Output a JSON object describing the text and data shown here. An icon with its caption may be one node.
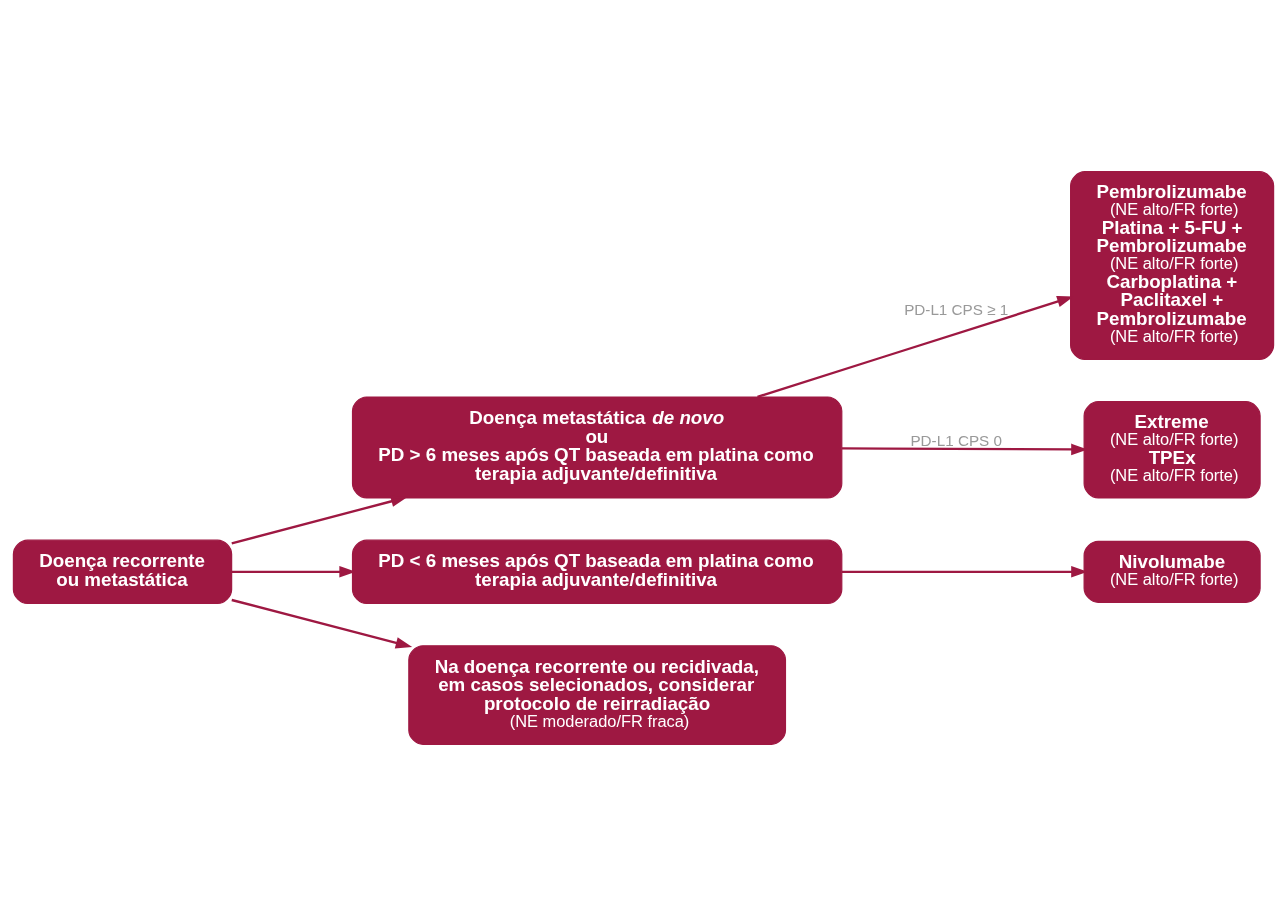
{
  "diagram": {
    "nodes": [
      {
        "text": [
          "Doença recorrente ou metastática"
        ]
      },
      {
        "text": [
          "Doença metastática *de novo*",
          "ou",
          "PD > 6 meses após QT baseada em platina como terapia adjuvante/definitiva"
        ]
      },
      {
        "text": [
          "Pembrolizumabe",
          "(NE alto/FR forte)",
          "Platina + 5-FU + Pembrolizumabe",
          "(NE alto/FR forte)",
          "Carboplatina + Paclitaxel + Pembrolizumabe",
          "(NE alto/FR forte)"
        ]
      },
      {
        "text": [
          "Extreme",
          "(NE alto/FR forte)",
          "TPEx",
          "(NE alto/FR forte)"
        ]
      },
      {
        "text": [
          "PD < 6 meses após QT baseada em platina como terapia adjuvante/definitiva"
        ]
      },
      {
        "text": [
          "Nivolumabe",
          "(NE alto/FR forte)"
        ]
      },
      {
        "text": [
          "Na doença recorrente ou recidivada, em casos selecionados, considerar protocolo de reirradiação",
          "(NE moderado/FR fraca)"
        ]
      }
    ],
    "edges": [
      {
        "from": 0,
        "to": 1,
        "arrow": "to"
      },
      {
        "from": 1,
        "to": 2,
        "arrow": "to",
        "label": "PD-L1 CPS ≥ 1"
      },
      {
        "from": 1,
        "to": 3,
        "arrow": "to",
        "label": "PD-L1 CPS 0"
      },
      {
        "from": 0,
        "to": 4,
        "arrow": "to"
      },
      {
        "from": 4,
        "to": 5,
        "arrow": "to"
      },
      {
        "from": 0,
        "to": 6,
        "arrow": "to"
      }
    ]
  }
}
